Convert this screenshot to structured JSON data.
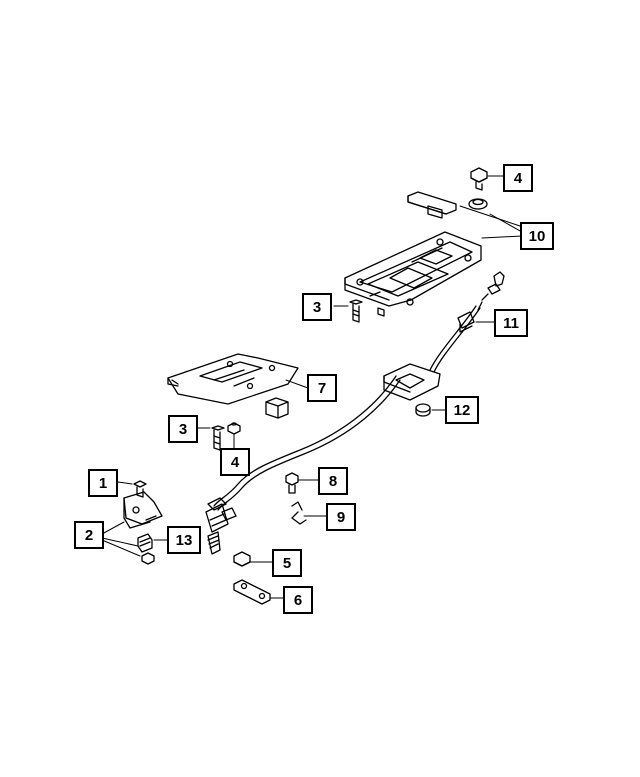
{
  "diagram": {
    "callouts": [
      {
        "id": "c4-top",
        "label": "4"
      },
      {
        "id": "c10",
        "label": "10"
      },
      {
        "id": "c3-top",
        "label": "3"
      },
      {
        "id": "c11",
        "label": "11"
      },
      {
        "id": "c7",
        "label": "7"
      },
      {
        "id": "c12",
        "label": "12"
      },
      {
        "id": "c3-mid",
        "label": "3"
      },
      {
        "id": "c4-mid",
        "label": "4"
      },
      {
        "id": "c8",
        "label": "8"
      },
      {
        "id": "c1",
        "label": "1"
      },
      {
        "id": "c9",
        "label": "9"
      },
      {
        "id": "c2",
        "label": "2"
      },
      {
        "id": "c13",
        "label": "13"
      },
      {
        "id": "c5",
        "label": "5"
      },
      {
        "id": "c6",
        "label": "6"
      }
    ],
    "parts": [
      "shifter-bezel-plate",
      "shift-cable",
      "support-bracket",
      "transmission-bracket",
      "bolt",
      "nut",
      "stud",
      "clip",
      "retainer",
      "grommet",
      "bushing"
    ],
    "line_color": "#000000",
    "background": "#ffffff"
  }
}
